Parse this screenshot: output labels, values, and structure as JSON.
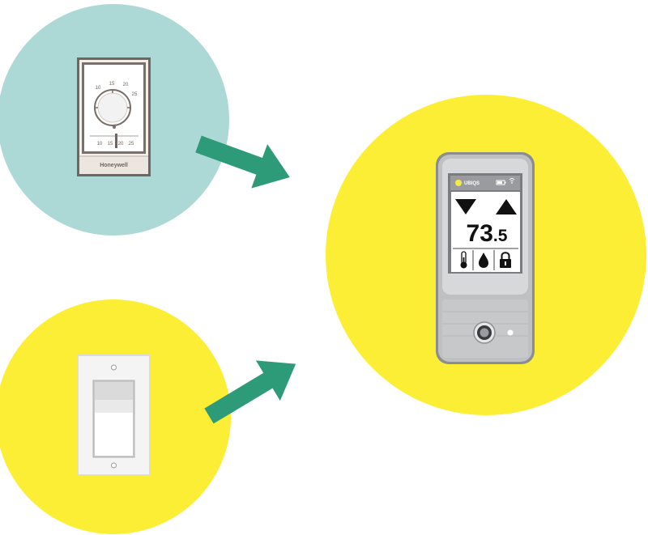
{
  "colors": {
    "teal_circle": "#acd9d6",
    "yellow_circle": "#fcee34",
    "arrow": "#2e9b78",
    "device_body": "#bfc0c2",
    "screen_border": "#7a7c7f"
  },
  "old_thermostat": {
    "brand": "Honeywell",
    "dial_marks": [
      "10",
      "15",
      "20",
      "25"
    ],
    "scale_marks": [
      "10",
      "15",
      "20",
      "25"
    ]
  },
  "smart_thermostat": {
    "logo": "UBIQS",
    "temperature_whole": "73",
    "temperature_decimal": ".5",
    "icons": [
      "thermometer-icon",
      "water-drop-icon",
      "lock-icon"
    ]
  }
}
